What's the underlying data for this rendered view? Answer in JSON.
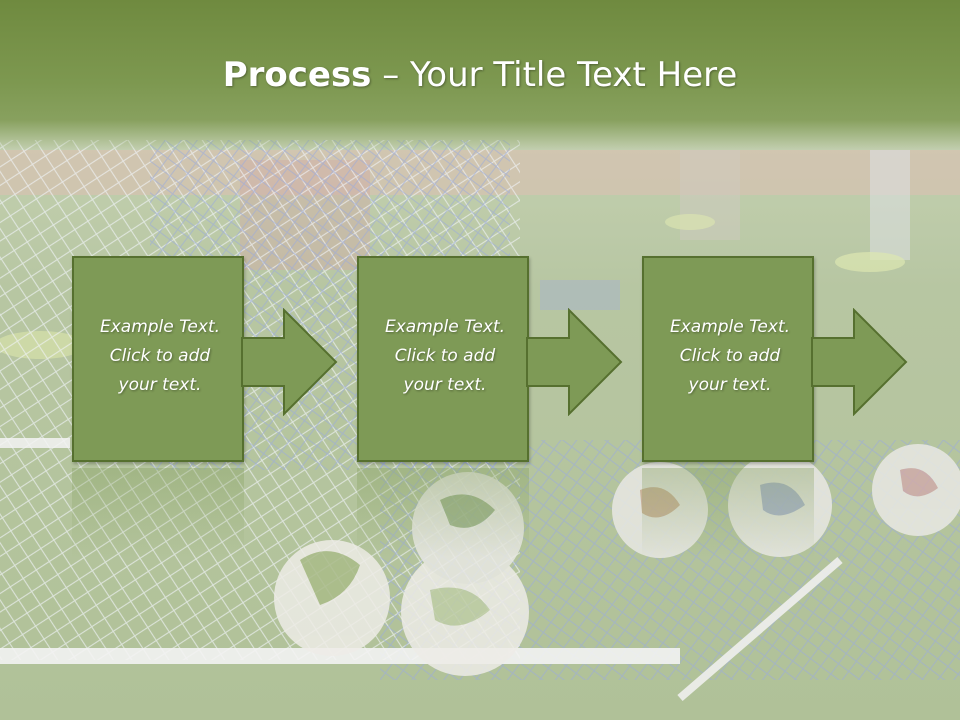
{
  "slide": {
    "title_bold": "Process",
    "title_rest": " – Your Title Text Here",
    "steps": [
      {
        "line1": "Example Text.",
        "line2": "Click  to add",
        "line3": "your text."
      },
      {
        "line1": "Example Text.",
        "line2": "Click  to add",
        "line3": "your text."
      },
      {
        "line1": "Example Text.",
        "line2": "Click  to add",
        "line3": "your text."
      }
    ]
  },
  "colors": {
    "title_bar": "#7d9850",
    "box_fill": "#7e9a56",
    "box_border": "#56702f",
    "text": "#ffffff"
  }
}
